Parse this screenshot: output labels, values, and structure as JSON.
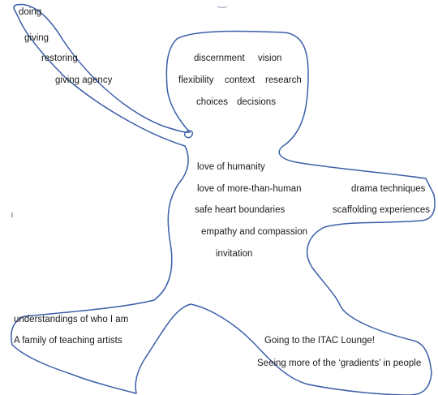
{
  "outline_color": "#3b5ea8",
  "arm_left": {
    "items": [
      "doing",
      "giving",
      "restoring",
      "giving agency"
    ]
  },
  "head": {
    "row1": [
      "discernment",
      "vision"
    ],
    "row2": [
      "flexibility",
      "context",
      "research"
    ],
    "row3": [
      "choices",
      "decisions"
    ]
  },
  "torso": {
    "items": [
      "love of humanity",
      "love of more-than-human",
      "safe heart boundaries",
      "empathy and compassion",
      "invitation"
    ]
  },
  "arm_right": {
    "items": [
      "drama techniques",
      "scaffolding experiences"
    ]
  },
  "leg_left": {
    "items": [
      "understandings of who I am",
      "A family of teaching artists"
    ]
  },
  "leg_right": {
    "items": [
      "Going to the ITAC Lounge!",
      "Seeing more of the ‘gradients’ in people"
    ]
  }
}
